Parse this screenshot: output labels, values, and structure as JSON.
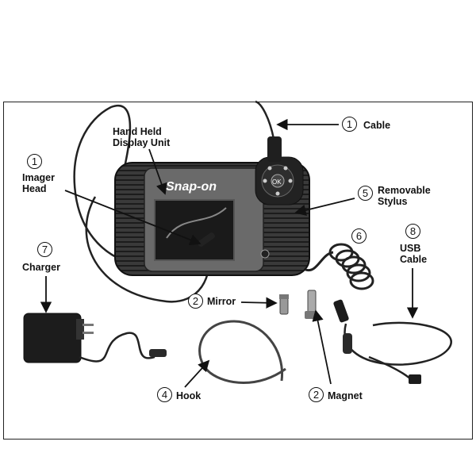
{
  "callouts": {
    "cable": {
      "num": "1",
      "label": "Cable"
    },
    "display": {
      "label": "Hand Held\nDisplay Unit"
    },
    "imager": {
      "num": "1",
      "label": "Imager\nHead"
    },
    "stylus": {
      "num": "5",
      "label": "Removable\nStylus"
    },
    "coil": {
      "num": "6"
    },
    "usb": {
      "num": "8",
      "label": "USB\nCable"
    },
    "charger": {
      "num": "7",
      "label": "Charger"
    },
    "mirror": {
      "num": "2",
      "label": "Mirror"
    },
    "hook": {
      "num": "4",
      "label": "Hook"
    },
    "magnet": {
      "num": "2",
      "label": "Magnet"
    }
  },
  "device": {
    "brand": "Snap-on",
    "ok_label": "OK"
  }
}
